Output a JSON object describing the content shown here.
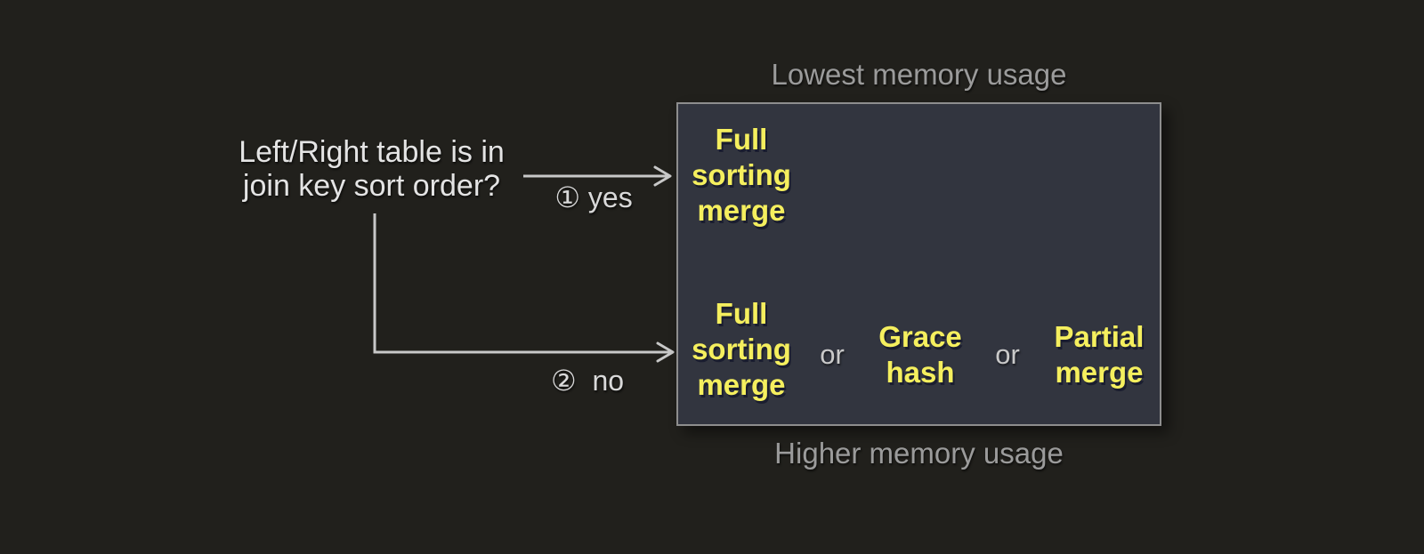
{
  "colors": {
    "background": "#21201c",
    "box_fill": "#32353f",
    "box_border": "#8e8e8e",
    "algorithm_text": "#f5ef5e",
    "memory_label_text": "#9b9b9b",
    "question_text": "#e4e4e4",
    "arrow": "#c8c8c8"
  },
  "question": "Left/Right table is in\njoin key sort order?",
  "branches": {
    "yes_label": "① yes",
    "no_label": "②  no"
  },
  "memory_scale": {
    "lowest": "Lowest memory usage",
    "highest": "Higher memory usage"
  },
  "sorted_branch": {
    "algorithms": [
      "Full\nsorting\nmerge"
    ]
  },
  "unsorted_branch": {
    "or": "or",
    "algorithms": [
      "Full\nsorting\nmerge",
      "Grace\nhash",
      "Partial\nmerge"
    ]
  }
}
